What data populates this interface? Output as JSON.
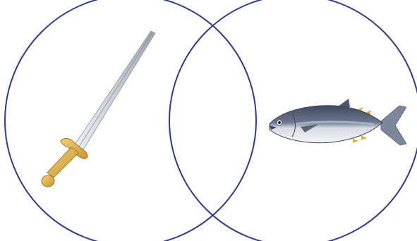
{
  "diagram": {
    "type": "venn",
    "set_count": 2,
    "outline_color": "#2e3a8c",
    "background_color": "#ffffff",
    "sets": [
      {
        "id": "left",
        "contents": [
          "sword-picture"
        ]
      },
      {
        "id": "right",
        "contents": [
          "fish-picture"
        ]
      }
    ],
    "overlap": {
      "contents": []
    }
  },
  "pictures": {
    "sword": {
      "icon": "sword-icon",
      "blade_color": "#c9ced6",
      "hilt_color": "#e0b24a"
    },
    "fish": {
      "icon": "tuna-fish-icon",
      "back_color": "#4d5870",
      "belly_color": "#e6e8ec",
      "stripe_color": "#a7b0bf"
    }
  }
}
